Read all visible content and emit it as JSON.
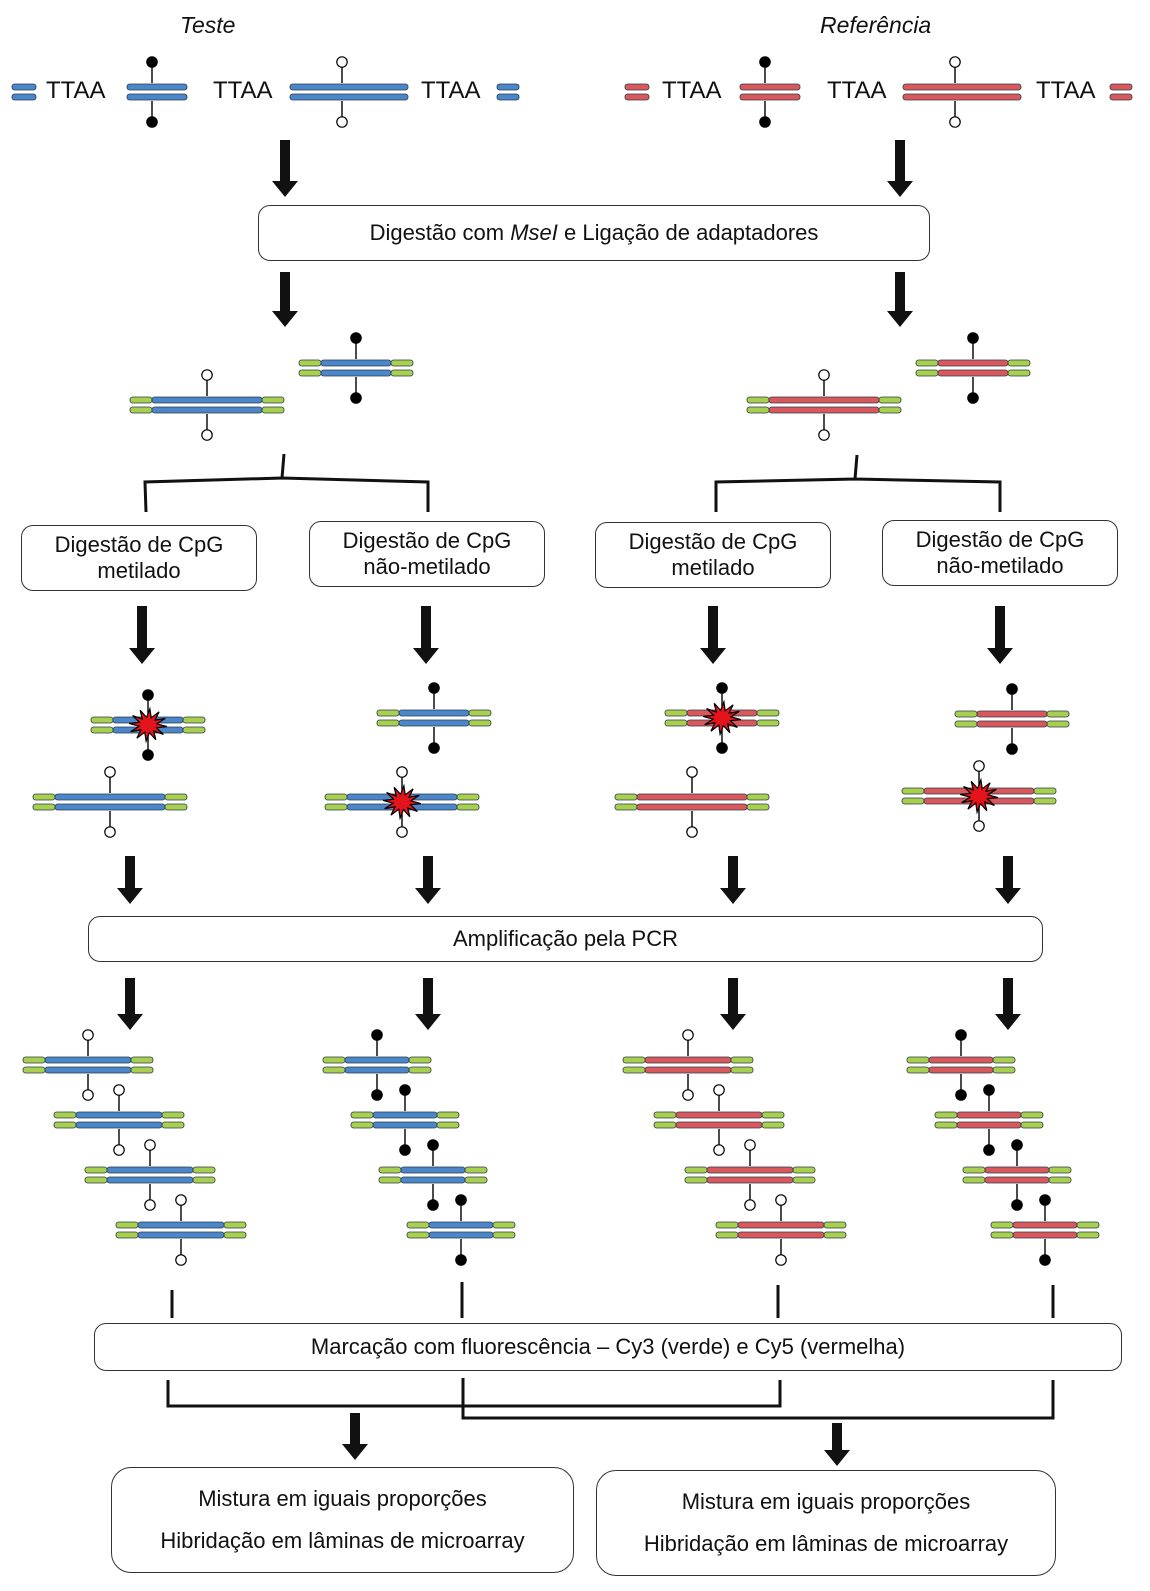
{
  "columns": {
    "test_label": "Teste",
    "reference_label": "Referência"
  },
  "site_label": "TTAA",
  "steps": {
    "digestion_prefix": "Digestão com ",
    "digestion_enzyme": "MseI",
    "digestion_suffix": " e Ligação de adaptadores",
    "methylated_line1": "Digestão de CpG",
    "methylated_line2": "metilado",
    "unmethylated_line1": "Digestão de CpG",
    "unmethylated_line2": "não-metilado",
    "pcr": "Amplificação pela PCR",
    "labeling": "Marcação com fluorescência – Cy3 (verde) e Cy5 (vermelha)",
    "mix_line1": "Mistura em iguais proporções",
    "mix_line2": "Hibridação em lâminas de microarray"
  },
  "colors": {
    "test_dna": "#4a86c8",
    "reference_dna": "#d9585b",
    "adapter": "#a8cf4e",
    "methylated_cpg": "#000000",
    "unmethylated_cpg": "#ffffff",
    "cut_star": "#e3141c"
  }
}
